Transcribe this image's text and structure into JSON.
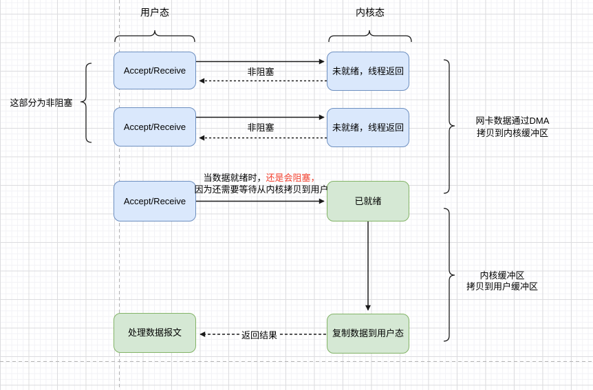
{
  "headers": {
    "user_mode": "用户态",
    "kernel_mode": "内核态"
  },
  "boxes": {
    "accept_1": "Accept/Receive",
    "accept_2": "Accept/Receive",
    "accept_3": "Accept/Receive",
    "not_ready_1": "未就绪，线程返回",
    "not_ready_2": "未就绪，线程返回",
    "ready": "已就绪",
    "copy_to_user": "复制数据到用户态",
    "process_data": "处理数据报文"
  },
  "edges": {
    "non_blocking_1": "非阻塞",
    "non_blocking_2": "非阻塞",
    "return_result": "返回结果"
  },
  "notes": {
    "left_brace_label": "这部分为非阻塞",
    "dma_line1": "网卡数据通过DMA",
    "dma_line2": "拷贝到内核缓冲区",
    "copy_line1": "内核缓冲区",
    "copy_line2": "拷贝到用户缓冲区",
    "blocking_prefix": "当数据就绪时，",
    "blocking_red": "还是会阻塞，",
    "blocking_line2": "因为还需要等待从内核拷贝到用户"
  },
  "colors": {
    "blue_fill": "#dae8fc",
    "blue_border": "#6c8ebf",
    "green_fill": "#d5e8d4",
    "green_border": "#82b366",
    "warning_red": "#f2412f",
    "guide_gray": "#b3b3b3",
    "grid_minor": "#f2f2f6",
    "grid_major": "#dcdcdf"
  }
}
